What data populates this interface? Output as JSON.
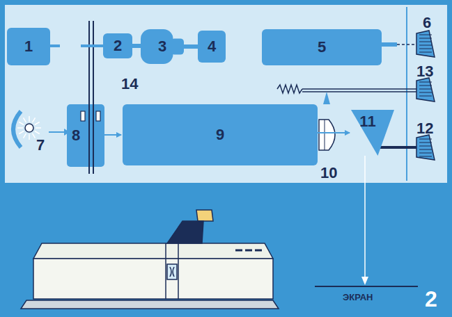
{
  "diagram": {
    "nodes": [
      {
        "text": [
          "1"
        ]
      },
      {
        "text": [
          "2"
        ]
      },
      {
        "text": [
          "3"
        ]
      },
      {
        "text": [
          "4"
        ]
      },
      {
        "text": [
          "5"
        ]
      },
      {
        "text": [
          "8"
        ]
      },
      {
        "text": [
          "9"
        ]
      },
      {
        "text": [
          "11"
        ]
      }
    ],
    "edges": [
      {
        "from": 1,
        "to": 2,
        "arrow": "none"
      },
      {
        "from": 2,
        "to": 3,
        "arrow": "none"
      },
      {
        "from": 5,
        "to": 6,
        "arrow": "to"
      },
      {
        "from": 6,
        "to": 7,
        "arrow": "to"
      }
    ],
    "labels": [
      "6",
      "13",
      "12",
      "7",
      "14",
      "10",
      "ЭКРАН",
      "2"
    ]
  }
}
